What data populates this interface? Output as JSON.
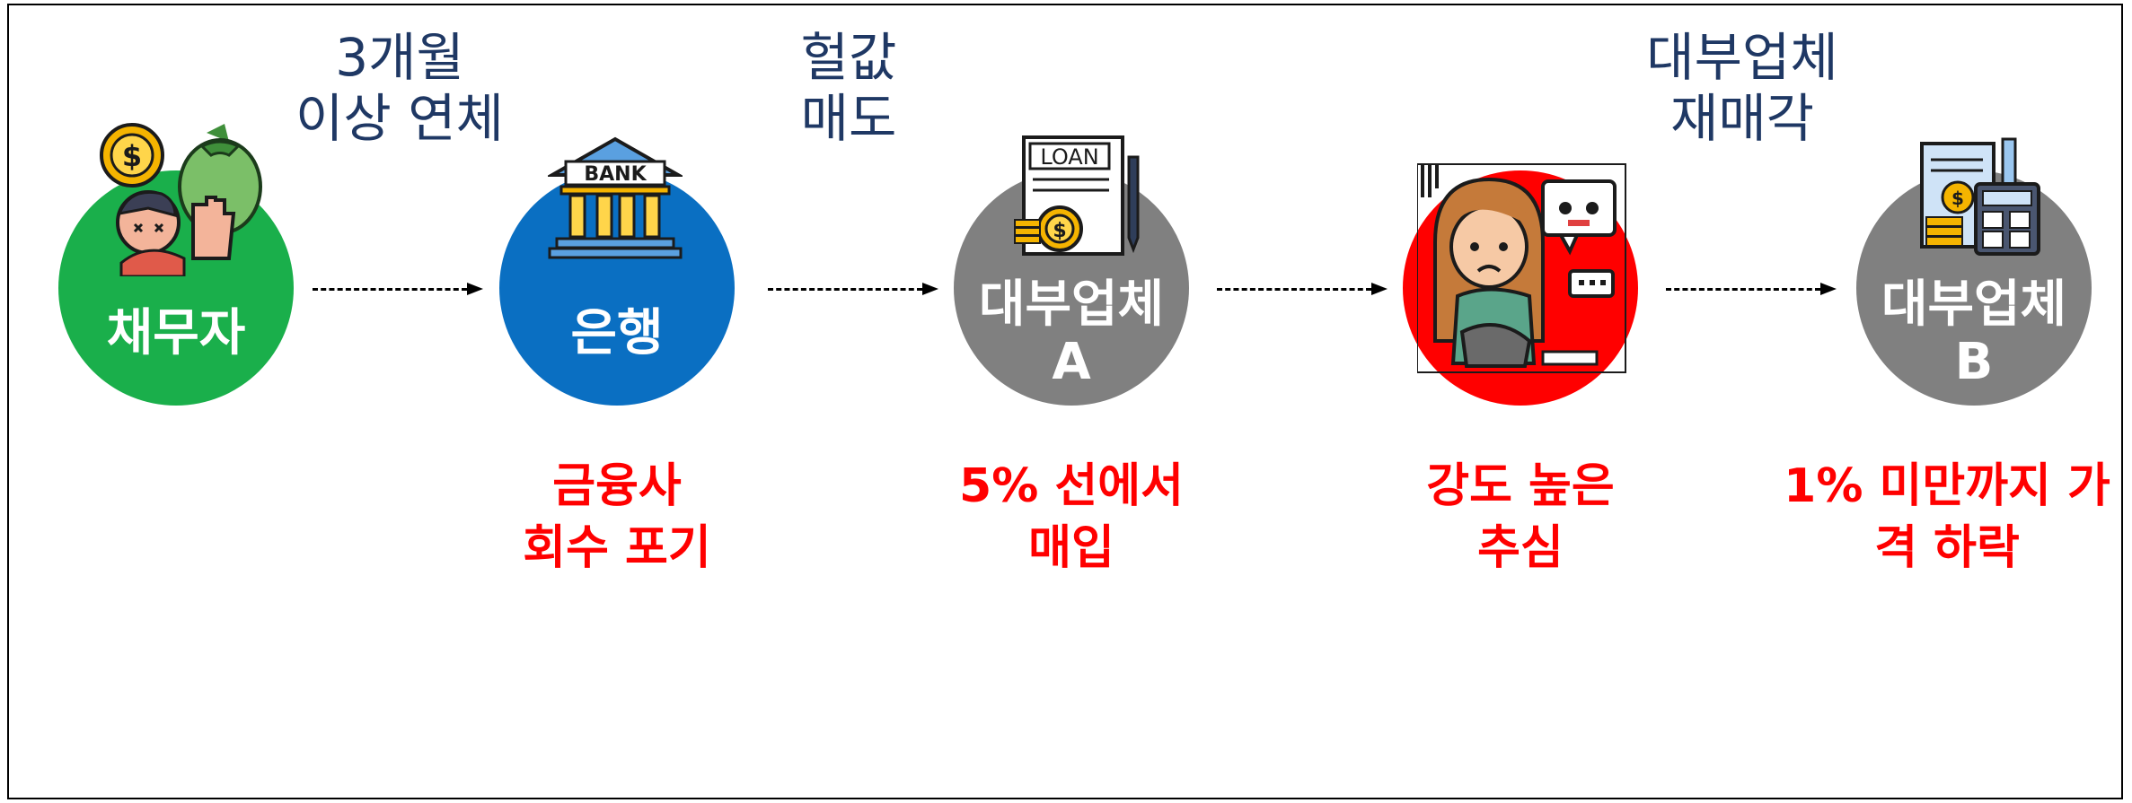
{
  "colors": {
    "debtor": "#1aaf4b",
    "bank": "#0a6fc2",
    "lender": "#808080",
    "collection": "#ff0000",
    "step_text": "#1f3864",
    "note_text": "#ff0000"
  },
  "nodes": [
    {
      "lines": [
        "채무자"
      ],
      "icon": "stressed-debtor-icon"
    },
    {
      "lines": [
        "은행"
      ],
      "icon": "bank-building-icon"
    },
    {
      "lines": [
        "대부업체",
        "A"
      ],
      "icon": "loan-document-icon"
    },
    {
      "lines": [],
      "icon": "harassed-woman-icon"
    },
    {
      "lines": [
        "대부업체",
        "B"
      ],
      "icon": "calculator-coins-icon"
    }
  ],
  "steps": [
    [
      "3개월",
      "이상 연체"
    ],
    [
      "헐값",
      "매도"
    ],
    [
      "대부업체",
      "재매각"
    ]
  ],
  "notes": [
    [
      "금융사",
      "회수 포기"
    ],
    [
      "5% 선에서",
      "매입"
    ],
    [
      "강도 높은",
      "추심"
    ],
    [
      "1% 미만까지 가",
      "격 하락"
    ]
  ]
}
